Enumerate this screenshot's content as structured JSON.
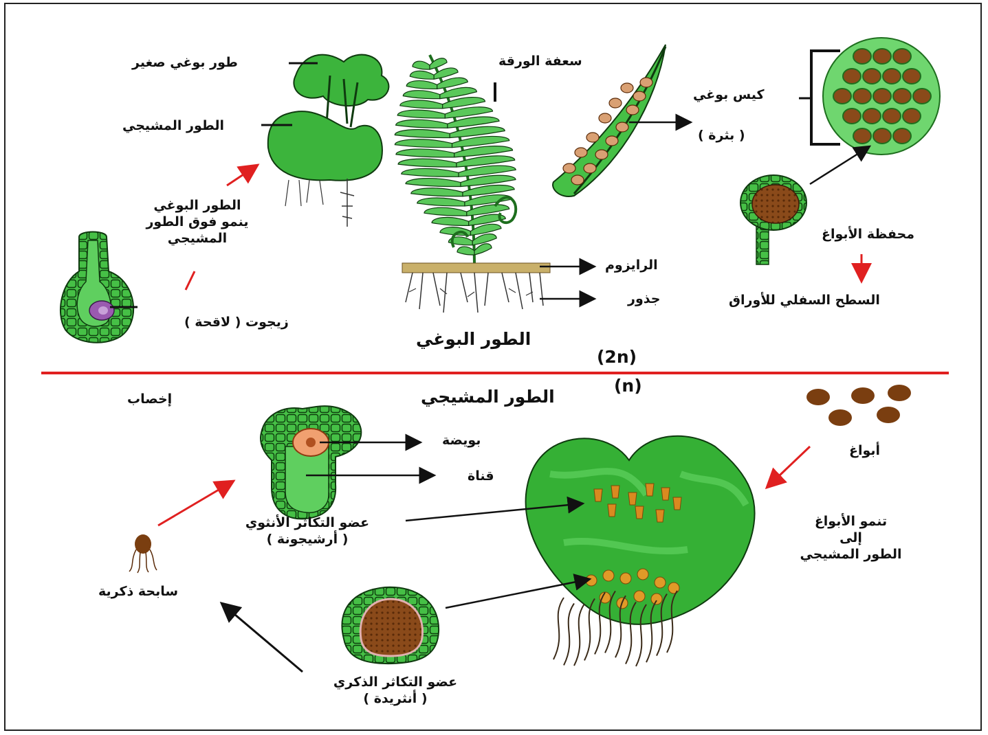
{
  "sporophyte": {
    "young_sporophyte": "طور بوغي صغير",
    "gametophyte": "الطور المشيجي",
    "grows_1": "الطور البوغي",
    "grows_2": "ينمو فوق الطور",
    "grows_3": "المشيجي",
    "zygote": "زيجوت ( لاقحة )",
    "leaflet": "سعفة الورقة",
    "rhizome": "الرايزوم",
    "roots": "جذور",
    "sporophyte_title": "الطور البوغي",
    "spore_sac": "كيس بوغي",
    "epidermis": "( بثرة )",
    "sporangium": "محفظة الأبواغ",
    "underside": "السطح السفلي للأوراق"
  },
  "ploidy": {
    "diploid": "(2n)",
    "haploid": "(n)"
  },
  "gametophyte_section": {
    "title": "الطور المشيجي",
    "fertilization": "إخصاب",
    "ovule": "بويضة",
    "canal": "قناة",
    "female_organ": "عضو التكاثر الأنثوي",
    "archegonium": "( أرشيجونة )",
    "sperm": "سابحة ذكرية",
    "male_organ": "عضو التكاثر الذكري",
    "antheridium": "( أنثريدة )",
    "spores": "أبواغ",
    "spores_grow_1": "تنمو الأبواغ",
    "spores_grow_2": "إلى",
    "spores_grow_3": "الطور المشيجي"
  },
  "colors": {
    "plant_green": "#3cb43c",
    "dark_green": "#1e6e1e",
    "spore_brown": "#7a3e10",
    "arrow_red": "#e02020",
    "divider_red": "#e02020"
  }
}
